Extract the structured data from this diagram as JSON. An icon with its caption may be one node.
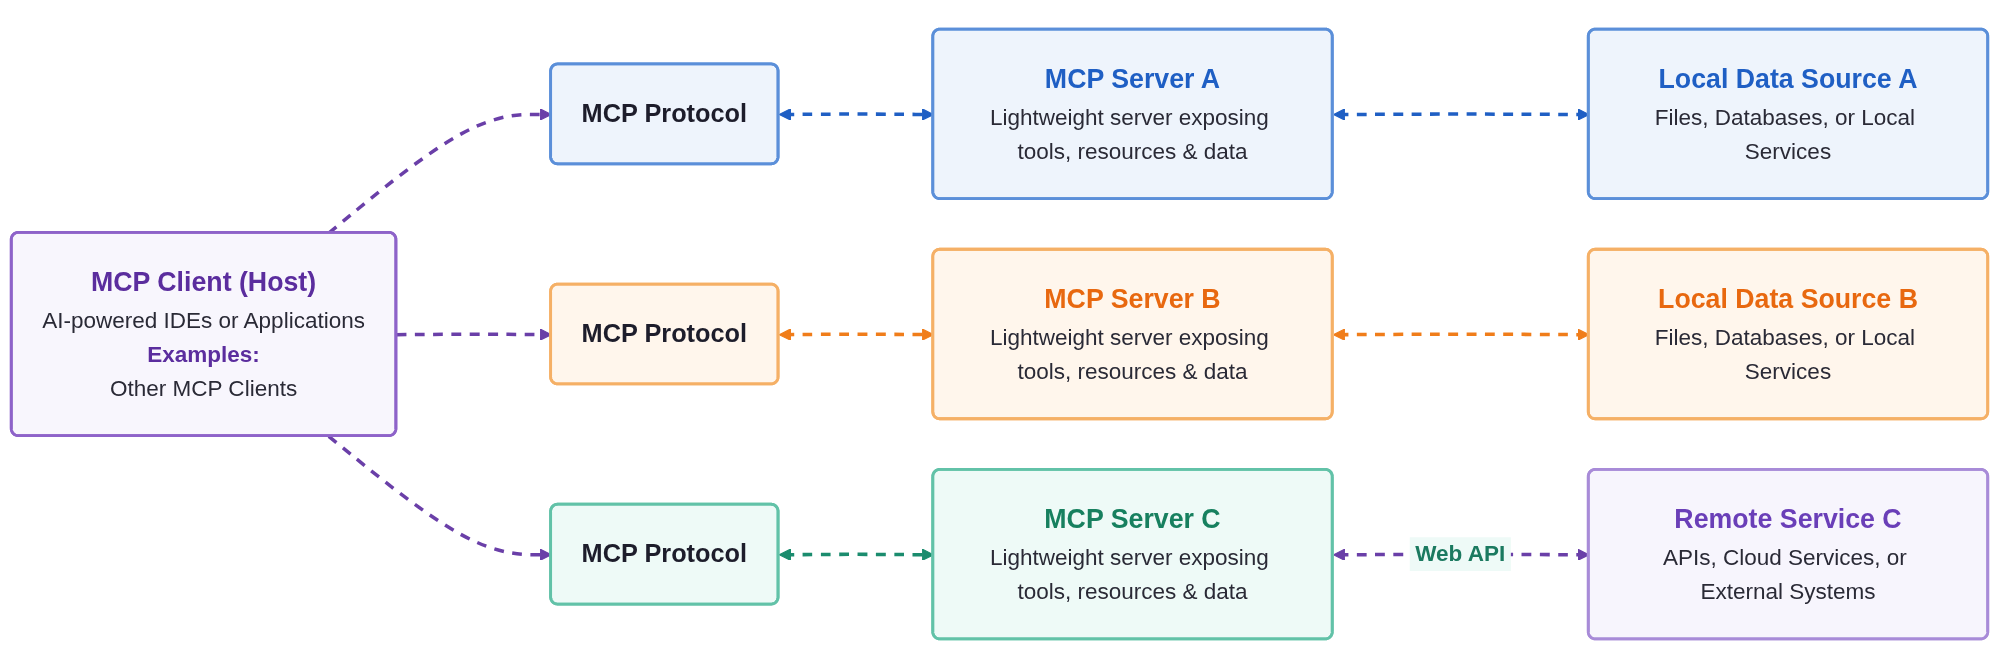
{
  "diagram": {
    "nodes": [
      {
        "text": [
          "MCP Client (Host)",
          "AI-powered IDEs or Applications",
          "Examples:",
          "Other MCP Clients"
        ]
      },
      {
        "text": [
          "MCP Protocol"
        ]
      },
      {
        "text": [
          "MCP Server A",
          "Lightweight server exposing tools, resources & data"
        ]
      },
      {
        "text": [
          "Local Data Source A",
          "Files, Databases, or Local Services"
        ]
      },
      {
        "text": [
          "MCP Protocol"
        ]
      },
      {
        "text": [
          "MCP Server B",
          "Lightweight server exposing tools, resources & data"
        ]
      },
      {
        "text": [
          "Local Data Source B",
          "Files, Databases, or Local Services"
        ]
      },
      {
        "text": [
          "MCP Protocol"
        ]
      },
      {
        "text": [
          "MCP Server C",
          "Lightweight server exposing tools, resources & data"
        ]
      },
      {
        "text": [
          "Remote Service C",
          "APIs, Cloud Services, or External Systems"
        ]
      }
    ],
    "edges": [
      {
        "from": 0,
        "to": 1,
        "arrow": "to",
        "style": "dashed"
      },
      {
        "from": 0,
        "to": 4,
        "arrow": "to",
        "style": "dashed"
      },
      {
        "from": 0,
        "to": 7,
        "arrow": "to",
        "style": "dashed"
      },
      {
        "from": 1,
        "to": 2,
        "arrow": "both",
        "style": "dashed",
        "color": "#1f5fc4"
      },
      {
        "from": 2,
        "to": 3,
        "arrow": "both",
        "style": "dashed",
        "color": "#1f5fc4"
      },
      {
        "from": 4,
        "to": 5,
        "arrow": "both",
        "style": "dashed",
        "color": "#f07d1a"
      },
      {
        "from": 5,
        "to": 6,
        "arrow": "both",
        "style": "dashed",
        "color": "#f07d1a"
      },
      {
        "from": 7,
        "to": 8,
        "arrow": "both",
        "style": "dashed",
        "color": "#1b8c6e"
      },
      {
        "from": 8,
        "to": 9,
        "arrow": "both",
        "style": "dashed",
        "label": "Web API"
      }
    ]
  }
}
